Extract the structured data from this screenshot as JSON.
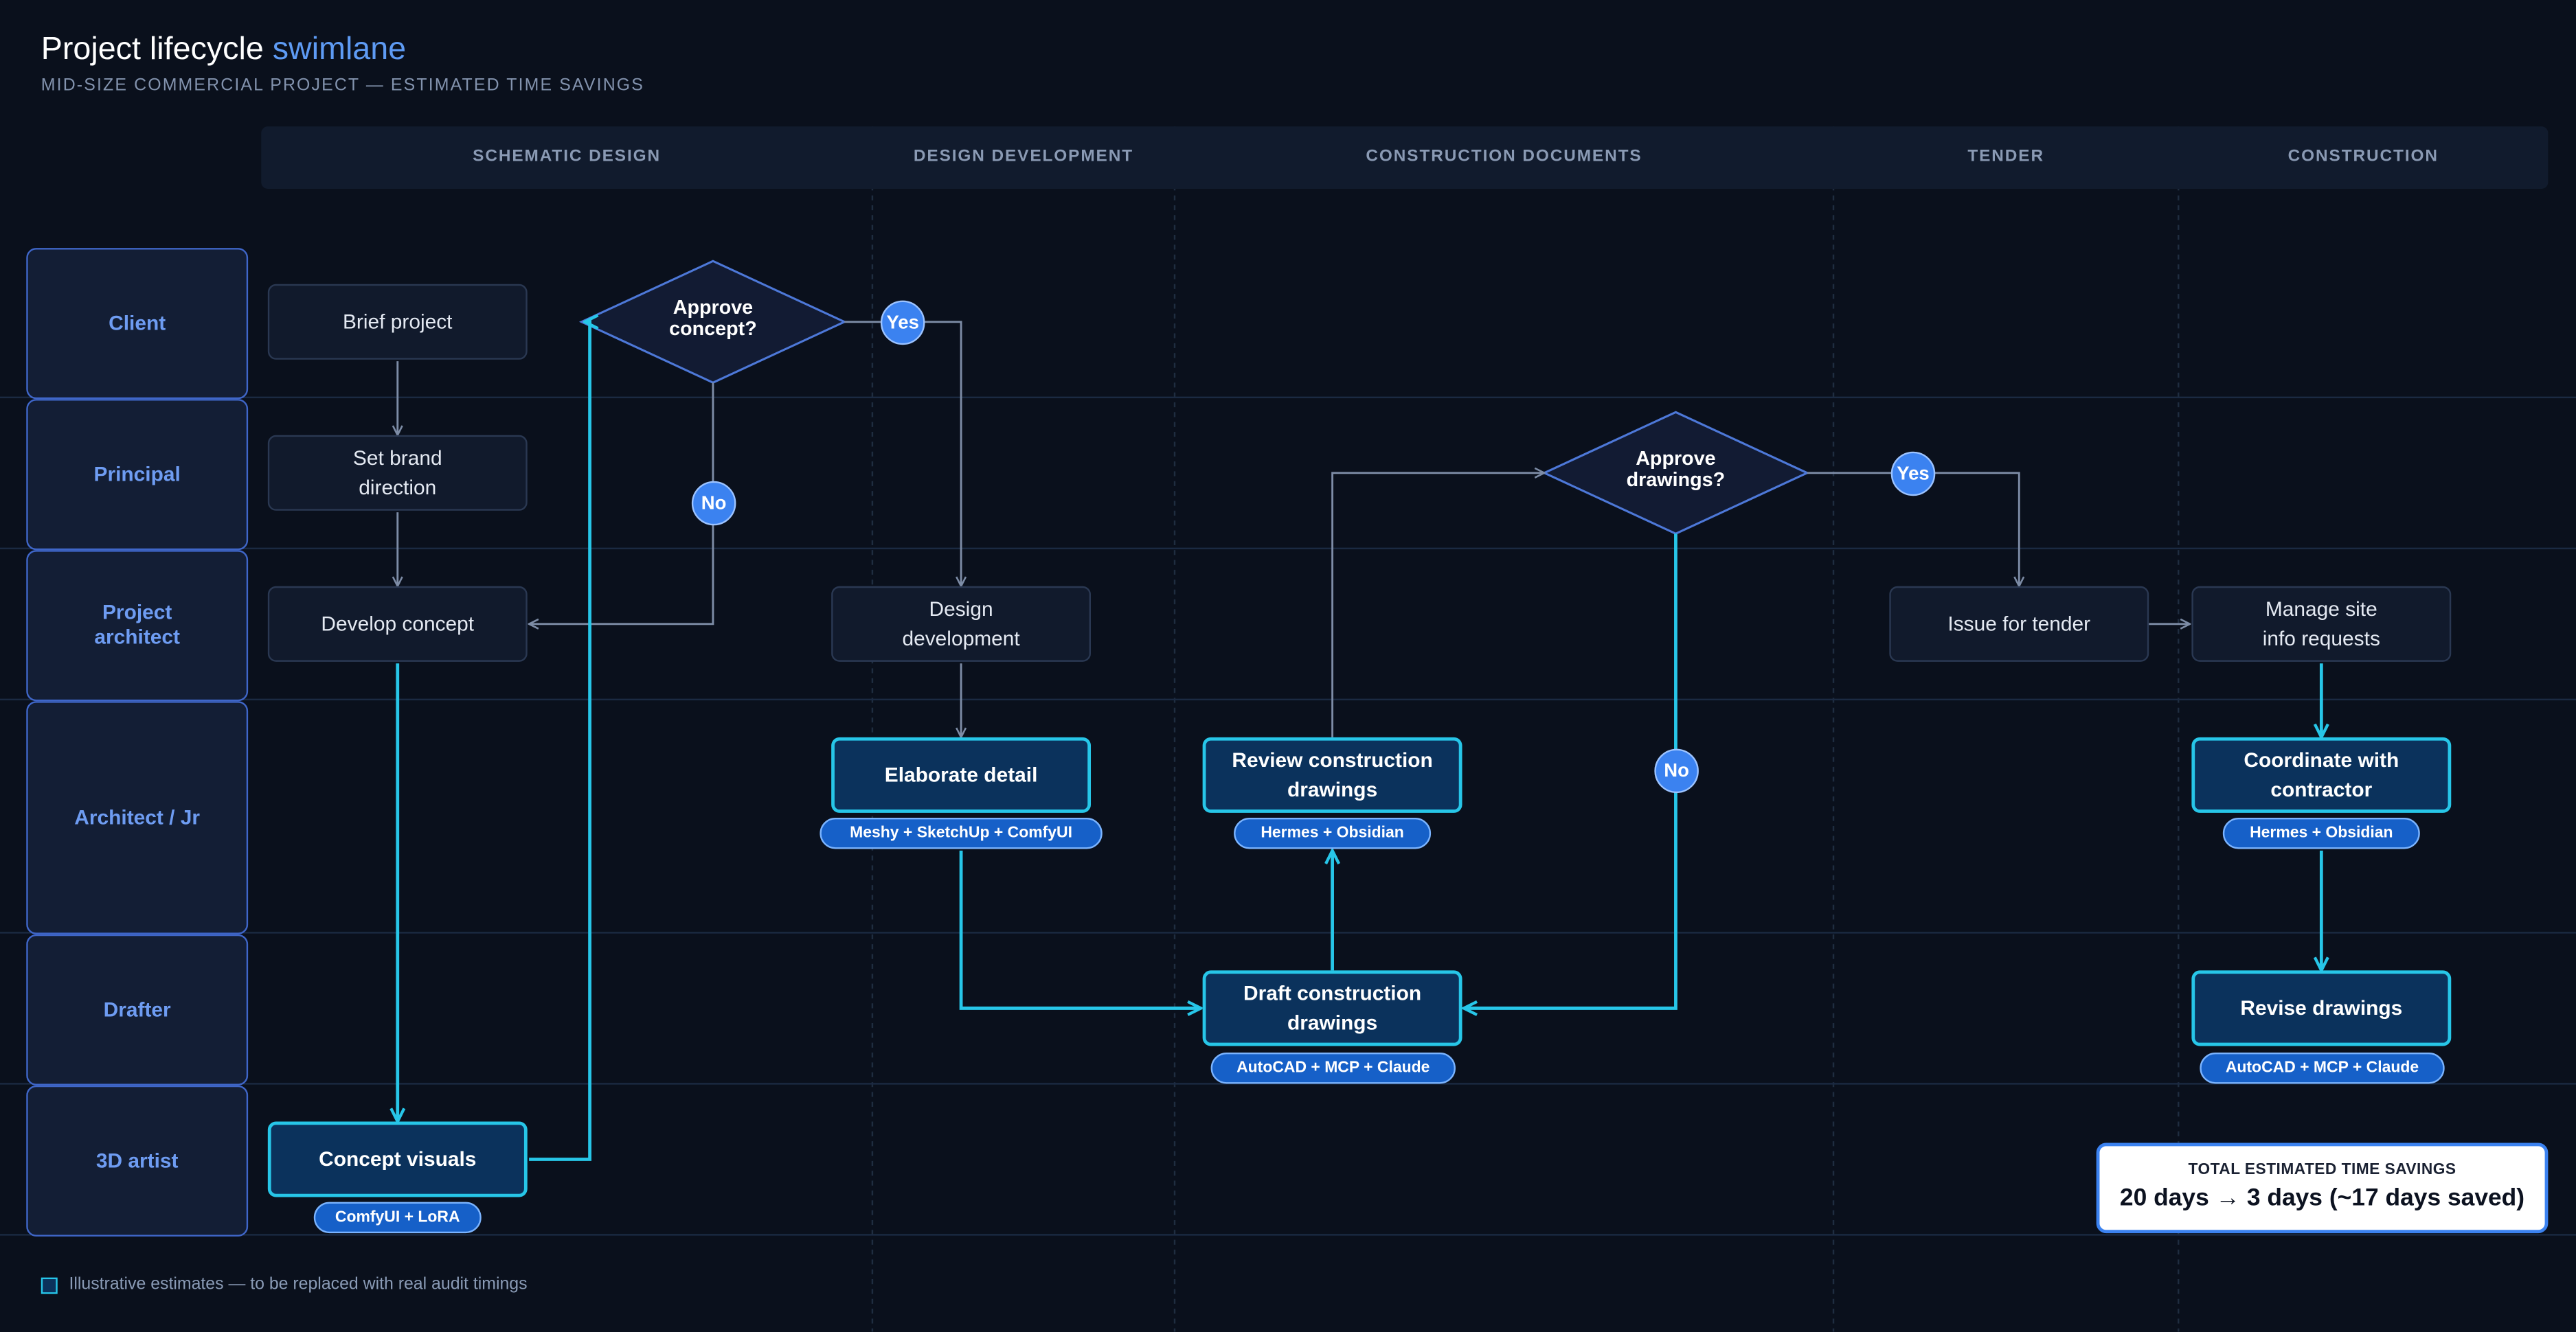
{
  "title": {
    "main": "Project lifecycle",
    "accent": "swimlane"
  },
  "subtitle": "MID-SIZE COMMERCIAL PROJECT — ESTIMATED TIME SAVINGS",
  "phases": [
    "SCHEMATIC DESIGN",
    "DESIGN DEVELOPMENT",
    "CONSTRUCTION DOCUMENTS",
    "TENDER",
    "CONSTRUCTION"
  ],
  "lanes": [
    "Client",
    "Principal",
    "Project architect",
    "Architect / Jr",
    "Drafter",
    "3D artist"
  ],
  "boxes": {
    "brief_project": "Brief project",
    "set_brand_direction": "Set brand direction",
    "develop_concept": "Develop concept",
    "concept_visuals": "Concept visuals",
    "design_development": "Design development",
    "elaborate_detail": "Elaborate detail",
    "review_construction_drawings": "Review construction drawings",
    "draft_construction_drawings": "Draft construction drawings",
    "issue_for_tender": "Issue for tender",
    "manage_site_info_requests": "Manage site info requests",
    "coordinate_with_contractor": "Coordinate with contractor",
    "revise_drawings": "Revise drawings"
  },
  "tools": {
    "concept_visuals": "ComfyUI + LoRA",
    "elaborate_detail": "Meshy + SketchUp + ComfyUI",
    "review_construction_drawings": "Hermes + Obsidian",
    "draft_construction_drawings": "AutoCAD + MCP + Claude",
    "coordinate_with_contractor": "Hermes + Obsidian",
    "revise_drawings": "AutoCAD + MCP + Claude"
  },
  "decisions": {
    "approve_concept": "Approve concept?",
    "approve_drawings": "Approve drawings?"
  },
  "badges": {
    "yes": "Yes",
    "no": "No"
  },
  "savings": {
    "label": "TOTAL ESTIMATED TIME SAVINGS",
    "value": "20 days → 3 days (~17 days saved)"
  },
  "legend": "Illustrative estimates — to be replaced with real audit timings",
  "colors": {
    "background": "#0a101c",
    "lane_accent": "#3f66c8",
    "ai_step_border": "#27c6e8",
    "badge": "#3b82f0",
    "tool_pill": "#1660c8"
  }
}
